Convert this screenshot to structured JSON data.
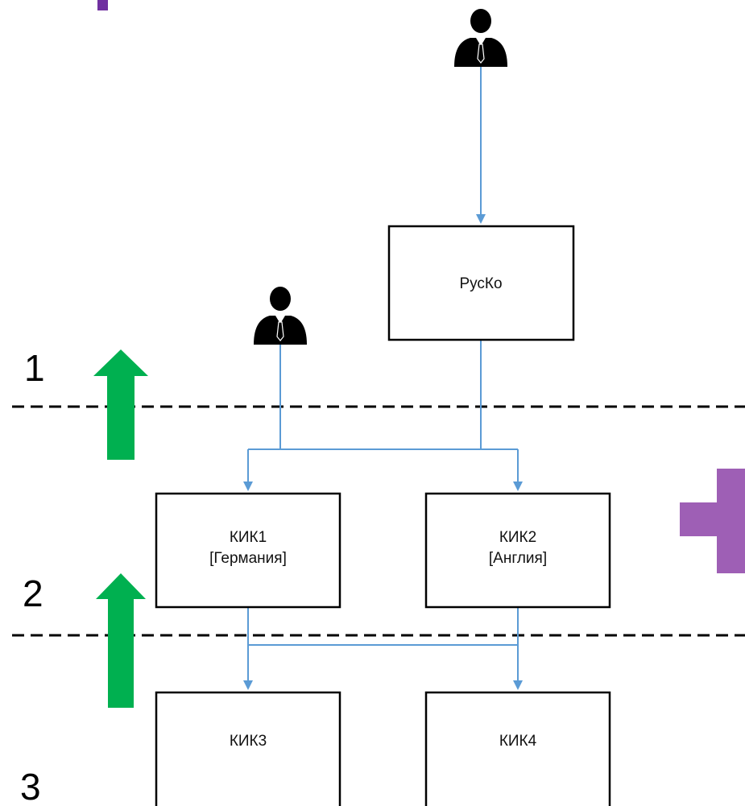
{
  "levels": [
    {
      "label": "1"
    },
    {
      "label": "2"
    },
    {
      "label": "3"
    }
  ],
  "entities": {
    "rusco": {
      "lines": [
        "РусКо"
      ]
    },
    "kik1": {
      "lines": [
        "КИК1",
        "[Германия]"
      ]
    },
    "kik2": {
      "lines": [
        "КИК2",
        "[Англия]"
      ]
    },
    "kik3": {
      "lines": [
        "КИК3"
      ]
    },
    "kik4": {
      "lines": [
        "КИК4"
      ]
    }
  },
  "icons": {
    "owner_top": "person-icon",
    "owner_left": "person-icon",
    "arrows": "arrow-up-icon"
  },
  "colors": {
    "connector": "#5b9bd5",
    "box_border": "#000000",
    "arrow": "#00b050",
    "accent": "#9e5fb5",
    "accent_dark": "#7030a0",
    "separator": "#000000"
  }
}
